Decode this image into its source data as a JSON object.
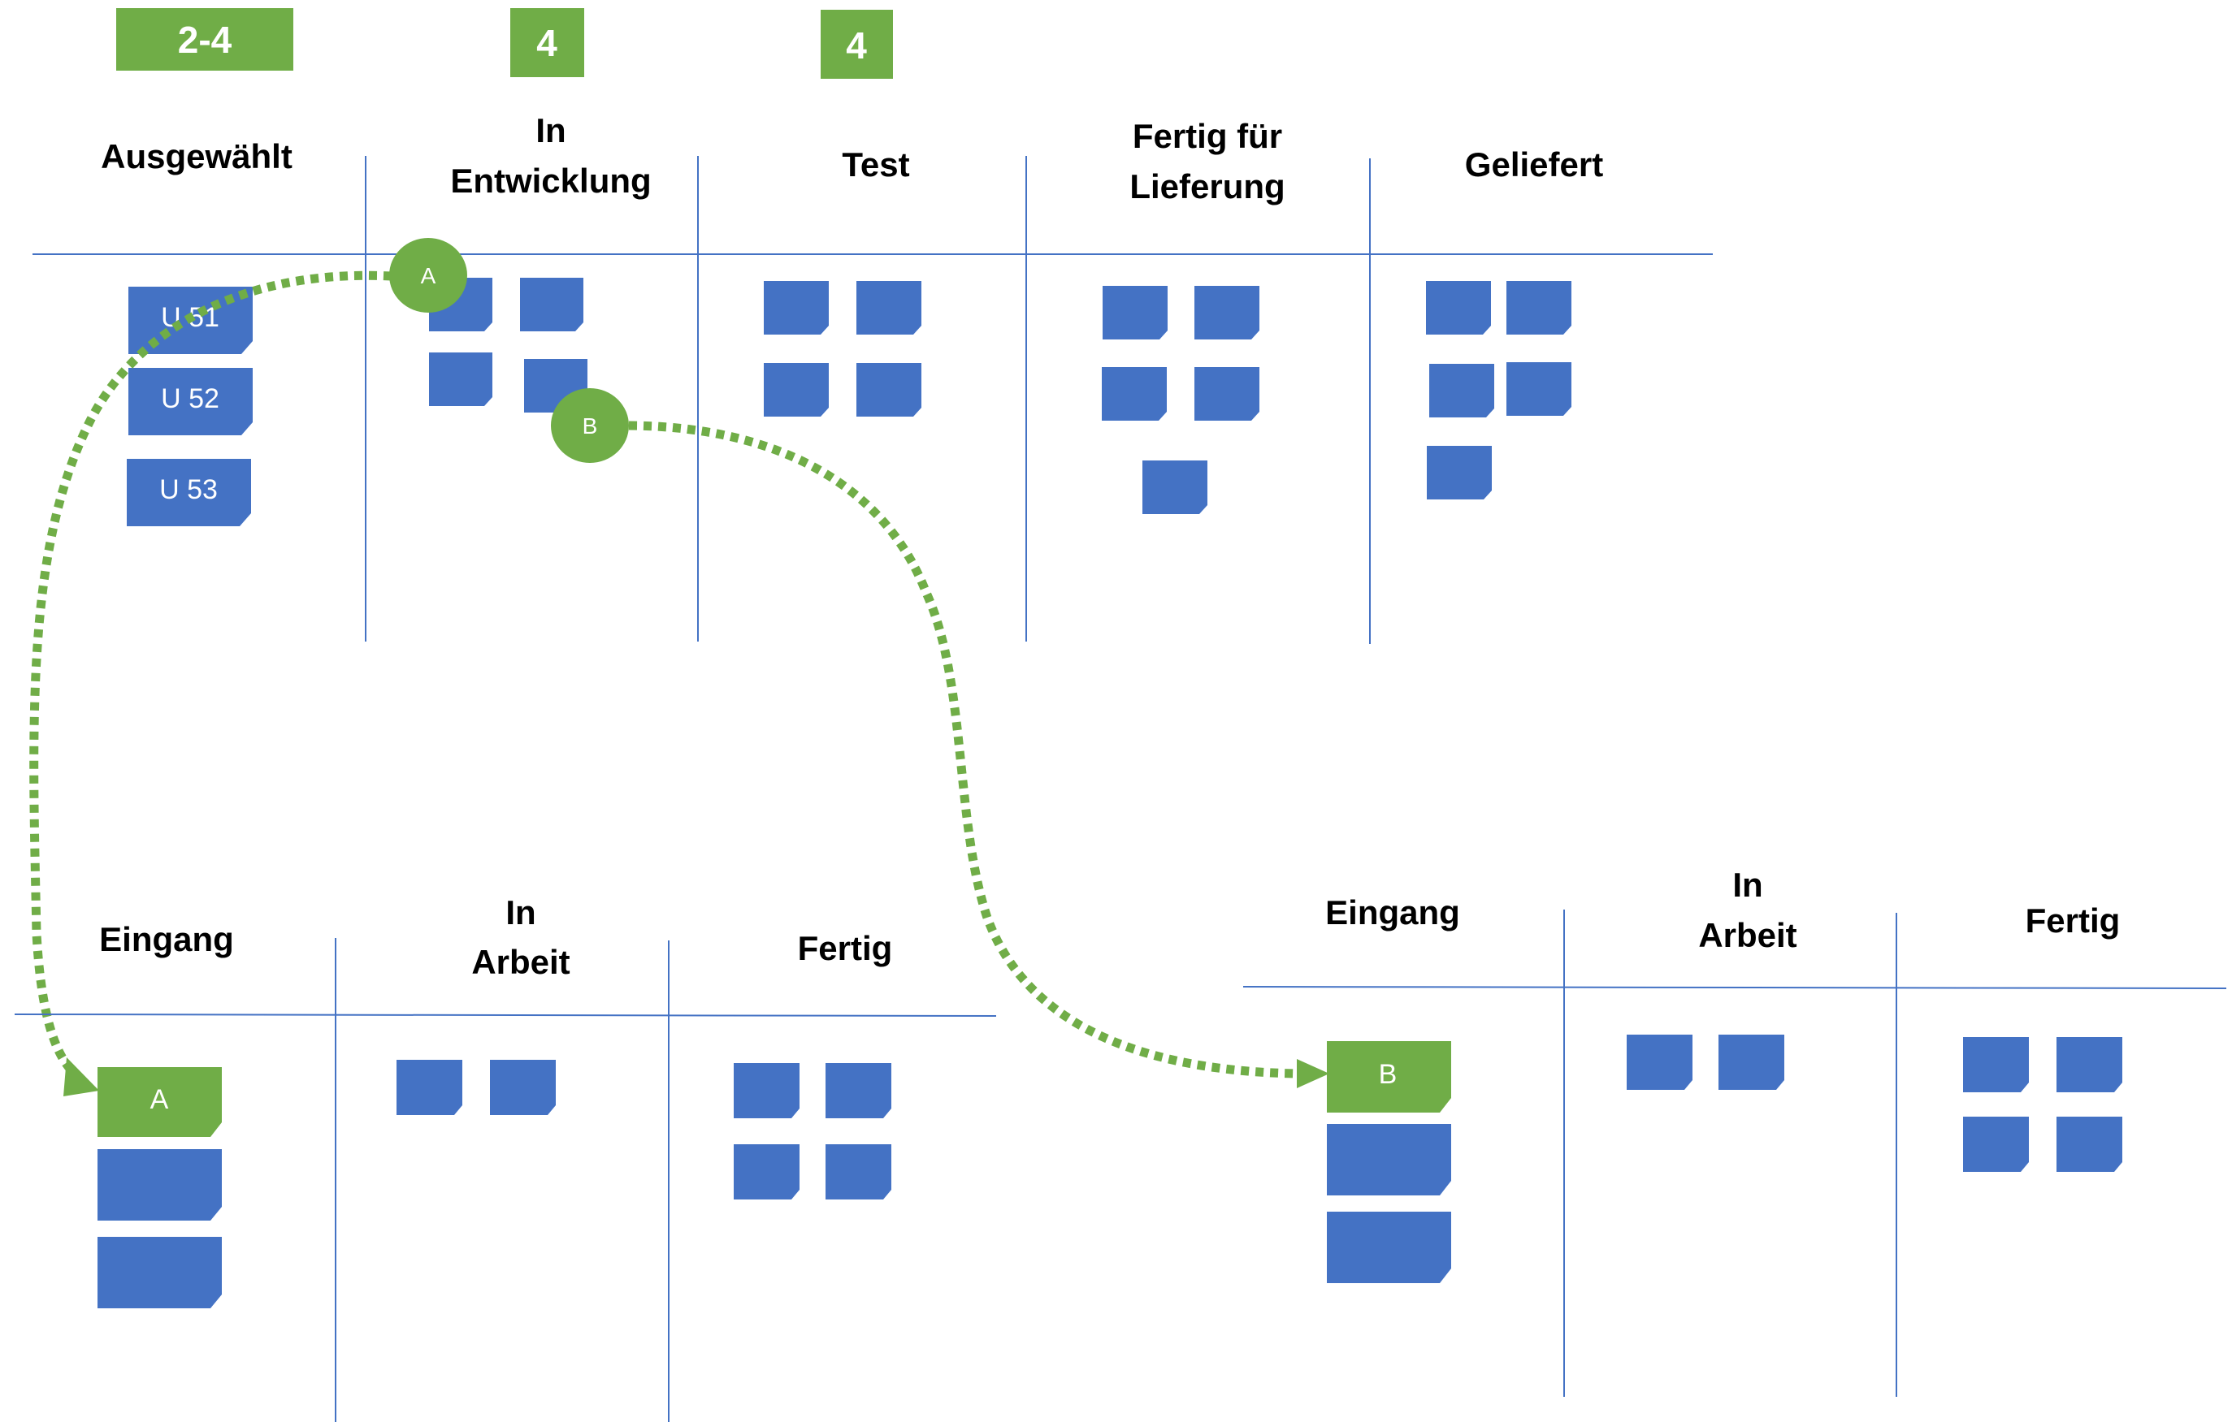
{
  "colors": {
    "card": "#4472C4",
    "accent": "#70AD47",
    "line": "#4472C4",
    "text": "#000000"
  },
  "main_board": {
    "wip_limits": [
      "2-4",
      "4",
      "4"
    ],
    "columns": [
      {
        "title_lines": [
          "Ausgewählt"
        ],
        "cards": [
          "U 51",
          "U 52",
          "U 53"
        ],
        "extra_cards": 0
      },
      {
        "title_lines": [
          "In",
          "Entwicklung"
        ],
        "cards": [],
        "extra_cards": 4
      },
      {
        "title_lines": [
          "Test"
        ],
        "cards": [],
        "extra_cards": 4
      },
      {
        "title_lines": [
          "Fertig für",
          "Lieferung"
        ],
        "cards": [],
        "extra_cards": 5
      },
      {
        "title_lines": [
          "Geliefert"
        ],
        "cards": [],
        "extra_cards": 5
      }
    ],
    "markers": [
      "A",
      "B"
    ]
  },
  "sub_board_a": {
    "columns": [
      {
        "title_lines": [
          "Eingang"
        ],
        "highlighted_card": "A",
        "other_cards": 2
      },
      {
        "title_lines": [
          "In",
          "Arbeit"
        ],
        "cards": 2
      },
      {
        "title_lines": [
          "Fertig"
        ],
        "cards": 4
      }
    ]
  },
  "sub_board_b": {
    "columns": [
      {
        "title_lines": [
          "Eingang"
        ],
        "highlighted_card": "B",
        "other_cards": 2
      },
      {
        "title_lines": [
          "In",
          "Arbeit"
        ],
        "cards": 2
      },
      {
        "title_lines": [
          "Fertig"
        ],
        "cards": 4
      }
    ]
  }
}
